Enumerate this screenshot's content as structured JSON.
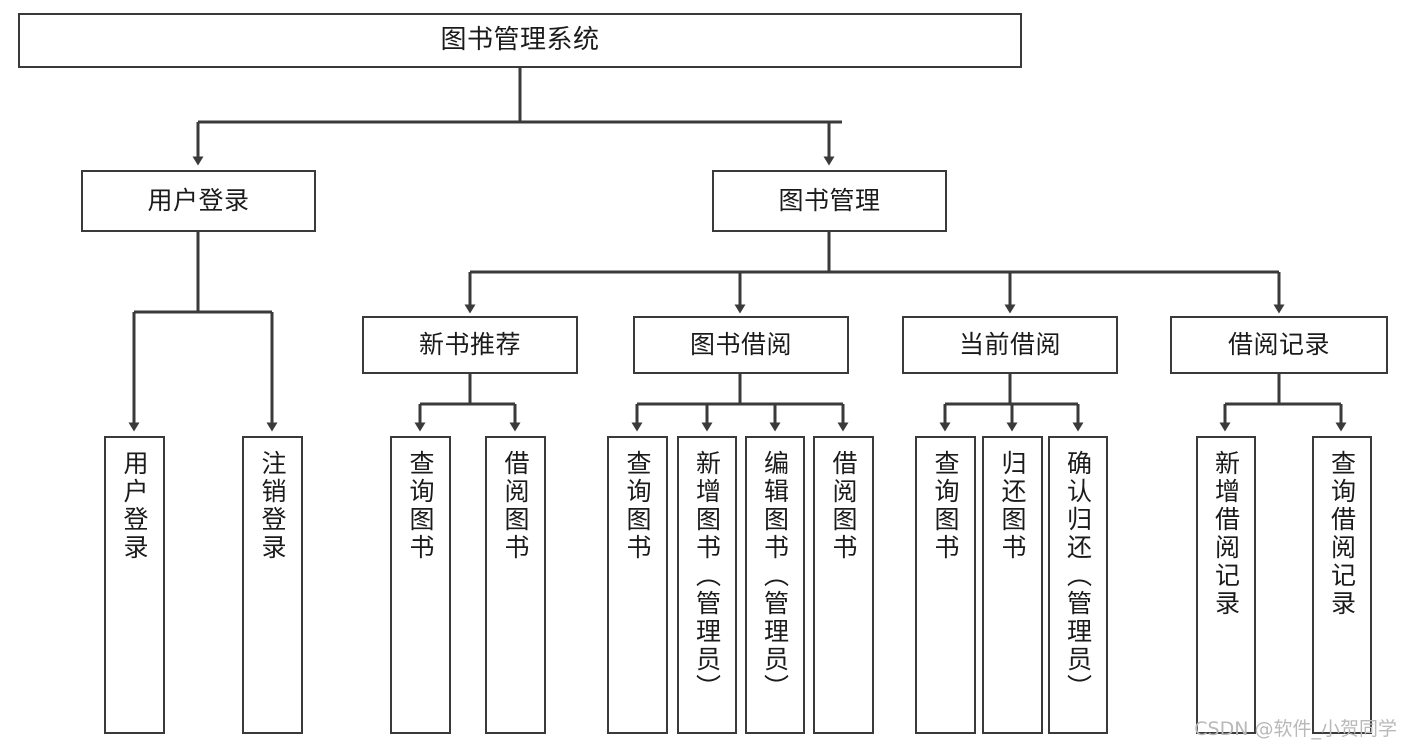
{
  "diagram": {
    "type": "tree-hierarchy",
    "title": "图书管理系统",
    "watermark": "CSDN @软件_小贺同学",
    "colors": {
      "box_border": "#3a3a3a",
      "box_fill": "#ffffff",
      "connector": "#3a3a3a",
      "text": "#1b1b1b",
      "watermark": "#b9b9b9",
      "background": "#ffffff"
    },
    "nodes": {
      "root": {
        "label": "图书管理系统"
      },
      "level2": [
        {
          "id": "user-login",
          "label": "用户登录"
        },
        {
          "id": "book-management",
          "label": "图书管理"
        }
      ],
      "level3": [
        {
          "id": "new-book-recommend",
          "label": "新书推荐"
        },
        {
          "id": "book-borrow",
          "label": "图书借阅"
        },
        {
          "id": "current-borrow",
          "label": "当前借阅"
        },
        {
          "id": "borrow-record",
          "label": "借阅记录"
        }
      ],
      "leaves": {
        "user_login": [
          {
            "id": "leaf-user-login",
            "label": "用户登录"
          },
          {
            "id": "leaf-logout-login",
            "label": "注销登录"
          }
        ],
        "new_book_recommend": [
          {
            "id": "leaf-query-book-1",
            "label": "查询图书"
          },
          {
            "id": "leaf-borrow-book-1",
            "label": "借阅图书"
          }
        ],
        "book_borrow": [
          {
            "id": "leaf-query-book-2",
            "label": "查询图书"
          },
          {
            "id": "leaf-add-book",
            "label": "新增图书（管理员）"
          },
          {
            "id": "leaf-edit-book",
            "label": "编辑图书（管理员）"
          },
          {
            "id": "leaf-borrow-book-2",
            "label": "借阅图书"
          }
        ],
        "current_borrow": [
          {
            "id": "leaf-query-book-3",
            "label": "查询图书"
          },
          {
            "id": "leaf-return-book",
            "label": "归还图书"
          },
          {
            "id": "leaf-confirm-return",
            "label": "确认归还（管理员）"
          }
        ],
        "borrow_record": [
          {
            "id": "leaf-add-borrow-record",
            "label": "新增借阅记录"
          },
          {
            "id": "leaf-query-borrow-record",
            "label": "查询借阅记录"
          }
        ]
      }
    }
  }
}
